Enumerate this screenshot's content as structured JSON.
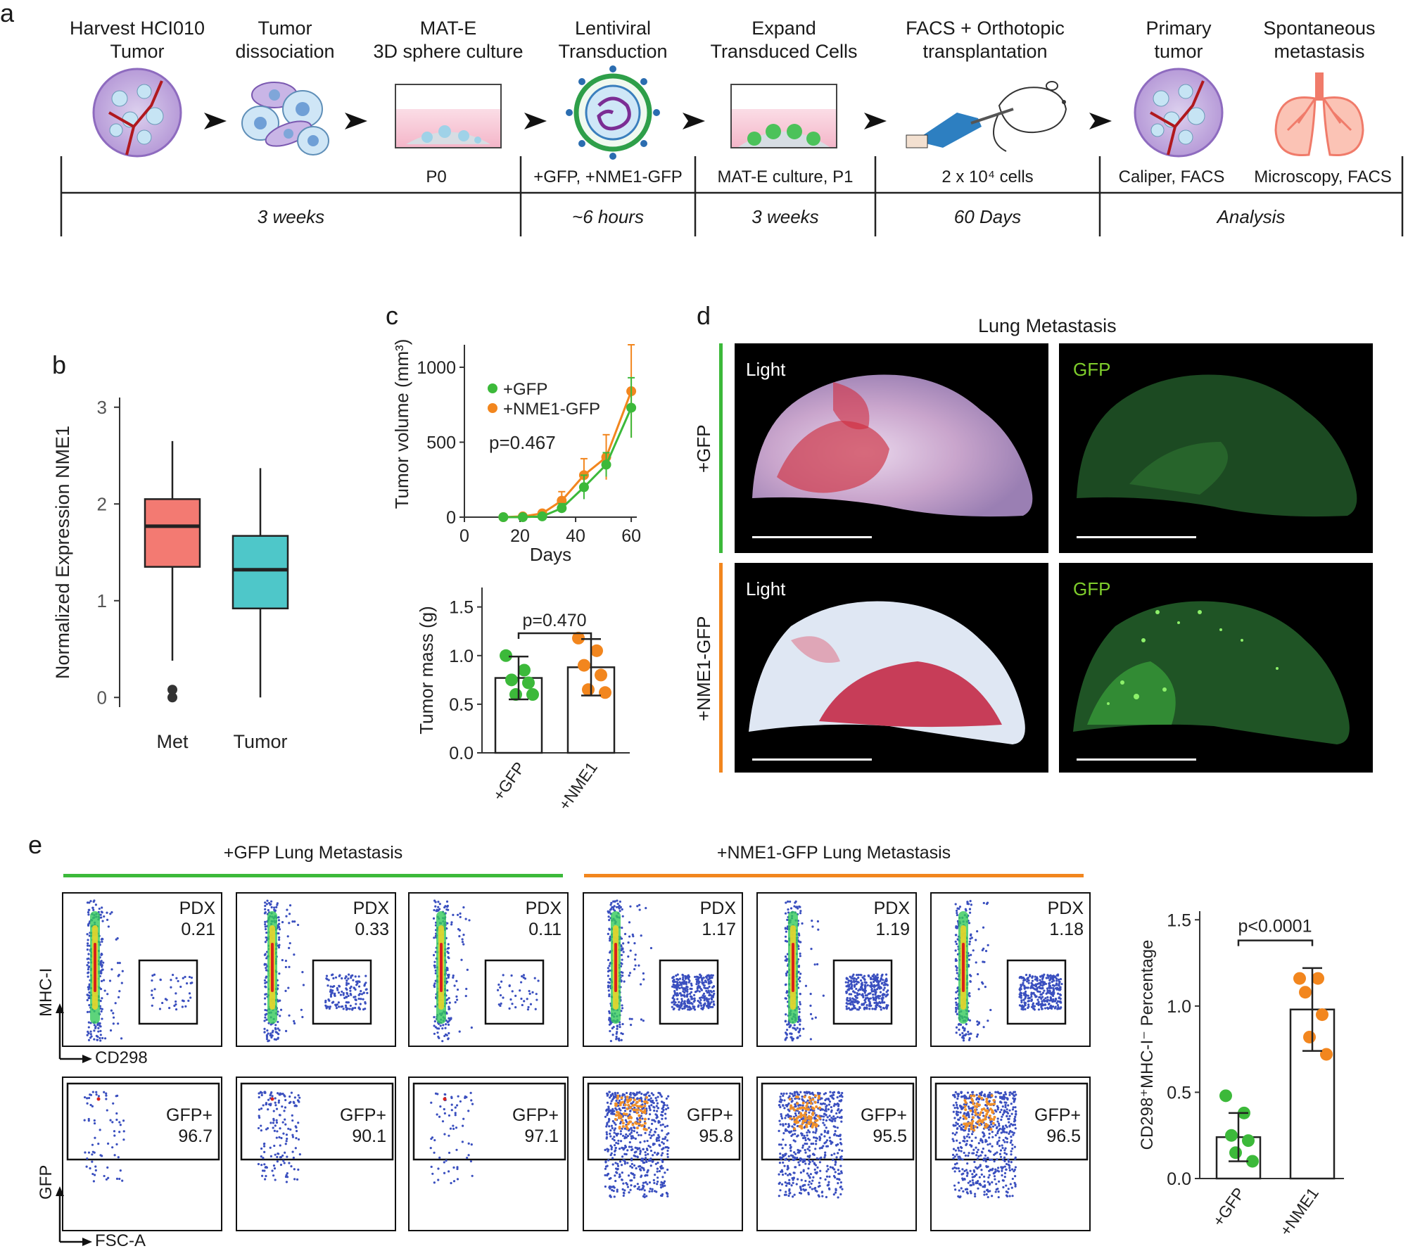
{
  "panel_letters": {
    "a": "a",
    "b": "b",
    "c": "c",
    "d": "d",
    "e": "e"
  },
  "panel_a": {
    "steps": [
      {
        "line1": "Harvest HCI010",
        "line2": "Tumor",
        "icon": "tumor-icon"
      },
      {
        "line1": "Tumor",
        "line2": "dissociation",
        "icon": "cells-icon"
      },
      {
        "line1": "MAT-E",
        "line2": "3D sphere culture",
        "icon": "dish-icon"
      },
      {
        "line1": "Lentiviral",
        "line2": "Transduction",
        "icon": "virus-icon"
      },
      {
        "line1": "Expand",
        "line2": "Transduced Cells",
        "icon": "dish-green-icon"
      },
      {
        "line1": "FACS + Orthotopic",
        "line2": "transplantation",
        "icon": "mouse-injection-icon"
      },
      {
        "line1": "Primary",
        "line2": "tumor",
        "icon": "tumor-icon"
      },
      {
        "line1": "Spontaneous",
        "line2": "metastasis",
        "icon": "lungs-icon"
      }
    ],
    "timeline_details": [
      "P0",
      "+GFP, +NME1-GFP",
      "MAT-E culture, P1",
      "2 x 10⁴ cells",
      "Caliper, FACS",
      "Microscopy, FACS"
    ],
    "timeline_durations": [
      "3 weeks",
      "~6 hours",
      "3 weeks",
      "60 Days",
      "Analysis"
    ]
  },
  "colors": {
    "green": "#3cb93a",
    "orange": "#f2861e",
    "met": "#f37a72",
    "tumor": "#4ec7c9"
  },
  "panel_b": {
    "chart_data": {
      "type": "box",
      "ylabel": "Normalized Expression NME1",
      "categories": [
        "Met",
        "Tumor"
      ],
      "yticks": [
        "0",
        "1",
        "2",
        "3"
      ],
      "ylim": [
        -0.1,
        3.1
      ],
      "boxes": [
        {
          "name": "Met",
          "min": 0.38,
          "q1": 1.35,
          "median": 1.77,
          "q3": 2.05,
          "max": 2.65,
          "outliers": [
            0.0,
            0.08
          ]
        },
        {
          "name": "Tumor",
          "min": 0.0,
          "q1": 0.92,
          "median": 1.32,
          "q3": 1.67,
          "max": 2.37,
          "outliers": []
        }
      ]
    }
  },
  "panel_c_top": {
    "chart_data": {
      "type": "line",
      "ylabel": "Tumor volume (mm³)",
      "xlabel": "Days",
      "annotation": "p=0.467",
      "xticks": [
        "0",
        "20",
        "40",
        "60"
      ],
      "yticks": [
        "0",
        "500",
        "1000"
      ],
      "xlim": [
        0,
        62
      ],
      "ylim": [
        0,
        1150
      ],
      "x": [
        14,
        21,
        28,
        35,
        43,
        51,
        60
      ],
      "series": [
        {
          "name": "+GFP",
          "values": [
            0,
            0,
            5,
            60,
            200,
            350,
            730
          ],
          "errors": [
            0,
            0,
            10,
            30,
            80,
            80,
            200
          ]
        },
        {
          "name": "+NME1-GFP",
          "values": [
            0,
            5,
            25,
            110,
            280,
            400,
            840
          ],
          "errors": [
            0,
            5,
            20,
            60,
            110,
            150,
            310
          ]
        }
      ]
    }
  },
  "panel_c_bottom": {
    "chart_data": {
      "type": "bar",
      "ylabel": "Tumor mass (g)",
      "annotation": "p=0.470",
      "categories": [
        "+GFP",
        "+NME1"
      ],
      "yticks": [
        "0.0",
        "0.5",
        "1.0",
        "1.5"
      ],
      "ylim": [
        0,
        1.7
      ],
      "values": [
        0.77,
        0.88
      ],
      "errors": [
        0.22,
        0.29
      ],
      "points": [
        [
          1.0,
          0.85,
          0.75,
          0.72,
          0.6,
          0.6
        ],
        [
          1.18,
          1.05,
          0.9,
          0.8,
          0.65,
          0.62
        ]
      ]
    }
  },
  "panel_d": {
    "title": "Lung Metastasis",
    "rows": [
      "+GFP",
      "+NME1-GFP"
    ],
    "light_label": "Light",
    "gfp_label": "GFP"
  },
  "panel_e": {
    "header_gfp": "+GFP Lung Metastasis",
    "header_nme1": "+NME1-GFP Lung Metastasis",
    "pdx_label": "PDX",
    "gfp_plus_label": "GFP+",
    "pdx_values": [
      "0.21",
      "0.33",
      "0.11",
      "1.17",
      "1.19",
      "1.18"
    ],
    "gfp_values": [
      "96.7",
      "90.1",
      "97.1",
      "95.8",
      "95.5",
      "96.5"
    ],
    "axis_mhc": "MHC-I",
    "axis_cd298": "CD298",
    "axis_gfp": "GFP",
    "axis_fsc": "FSC-A",
    "chart_data": {
      "type": "bar",
      "ylabel": "CD298⁺MHC-I⁻ Percentage",
      "annotation": "p<0.0001",
      "categories": [
        "+GFP",
        "+NME1"
      ],
      "yticks": [
        "0.0",
        "0.5",
        "1.0",
        "1.5"
      ],
      "ylim": [
        0,
        1.55
      ],
      "values": [
        0.24,
        0.98
      ],
      "errors": [
        0.14,
        0.24
      ],
      "points": [
        [
          0.48,
          0.38,
          0.25,
          0.22,
          0.15,
          0.1
        ],
        [
          1.16,
          1.16,
          1.08,
          0.95,
          0.82,
          0.72
        ]
      ]
    }
  }
}
